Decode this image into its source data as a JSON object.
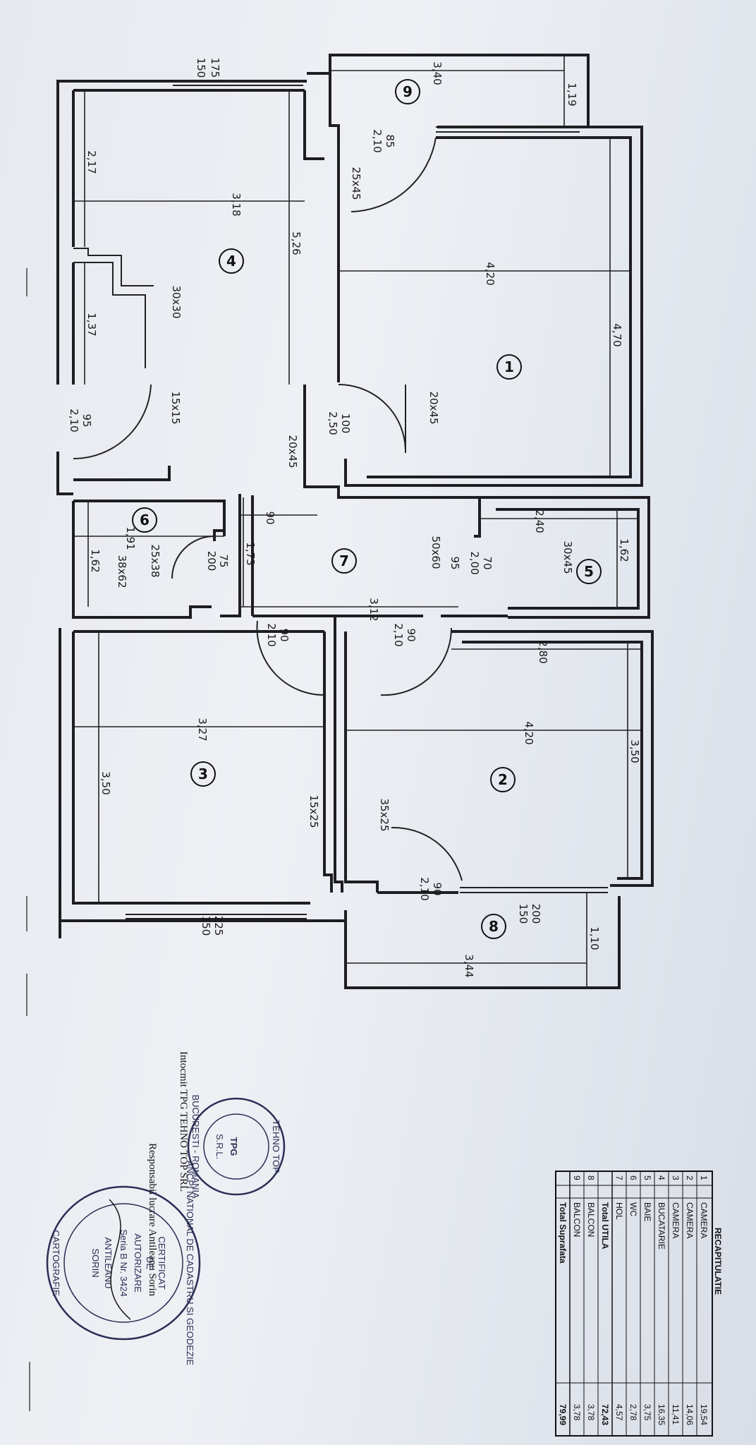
{
  "rooms": [
    {
      "num": "1"
    },
    {
      "num": "2"
    },
    {
      "num": "3"
    },
    {
      "num": "4"
    },
    {
      "num": "5"
    },
    {
      "num": "6"
    },
    {
      "num": "7"
    },
    {
      "num": "8"
    },
    {
      "num": "9"
    }
  ],
  "dims": {
    "d340": "3,40",
    "d119": "1,19",
    "d175": "175",
    "d150a": "150",
    "d85": "85",
    "d210a": "2,10",
    "d25x45a": "25x45",
    "d217": "2,17",
    "d318": "3,18",
    "d526": "5,26",
    "d420a": "4,20",
    "d470": "4,70",
    "d30x30": "30x30",
    "d137": "1,37",
    "d95": "95",
    "d210b": "2,10",
    "d15x15": "15x15",
    "d100": "100",
    "d250": "2,50",
    "d20x45a": "20x45",
    "d20x45b": "20x45",
    "d191": "1,91",
    "d162a": "1,62",
    "d25x38": "25x38",
    "d38x62": "38x62",
    "d75": "75",
    "d200a": "200",
    "d173": "1,73",
    "d90a": "90",
    "d50x60": "50x60",
    "d95b": "95",
    "d70": "70",
    "d200b": "2,00",
    "d240": "2,40",
    "d162b": "1,62",
    "d30x45": "30x45",
    "d312": "3,12",
    "d90b": "90",
    "d210c": "2,10",
    "d90c": "90",
    "d210d": "2,10",
    "d280": "2,80",
    "d327": "3,27",
    "d420b": "4,20",
    "d350a": "3,50",
    "d350b": "3,50",
    "d15x25": "15x25",
    "d35x25": "35x25",
    "d90d": "90",
    "d210e": "2,10",
    "d200c": "200",
    "d150b": "150",
    "d110": "1,10",
    "d225": "225",
    "d150c": "150",
    "d344": "3,44"
  },
  "recap": {
    "title": "RECAPITULATIE",
    "rows": [
      {
        "n": "1",
        "name": "CAMERA",
        "area": "19,54"
      },
      {
        "n": "2",
        "name": "CAMERA",
        "area": "14,06"
      },
      {
        "n": "3",
        "name": "CAMERA",
        "area": "11,41"
      },
      {
        "n": "4",
        "name": "BUCATARIE",
        "area": "16,35"
      },
      {
        "n": "5",
        "name": "BAIE",
        "area": "3,75"
      },
      {
        "n": "6",
        "name": "WC",
        "area": "2,78"
      },
      {
        "n": "7",
        "name": "HOL",
        "area": "4,57"
      },
      {
        "n": "",
        "name": "Total UTILA",
        "area": "72,43"
      },
      {
        "n": "8",
        "name": "BALCON",
        "area": "3,78"
      },
      {
        "n": "9",
        "name": "BALCON",
        "area": "3,78"
      },
      {
        "n": "",
        "name": "Total Suprafata",
        "area": "79,99"
      }
    ]
  },
  "credits": {
    "line1": "Intocmit TPG TEHNO TOP SRL",
    "line2": "Responsabil lucrare Antileanu Sorin"
  },
  "stamp1": {
    "top": "TEHNO TOP",
    "city": "BUCURESTI - ROMANIA",
    "logo": "TPG",
    "sub": "S.R.L."
  },
  "stamp2": {
    "ring": "ANCPI NATIONAL DE CADASTRU SI GEODEZIE",
    "ring2": "CARTOGRAFIE",
    "mid1": "CERTIFICAT",
    "mid2": "DE",
    "mid3": "AUTORIZARE",
    "serie": "Seria B Nr. 3424",
    "name1": "ANTILEANU",
    "name2": "SORIN"
  }
}
